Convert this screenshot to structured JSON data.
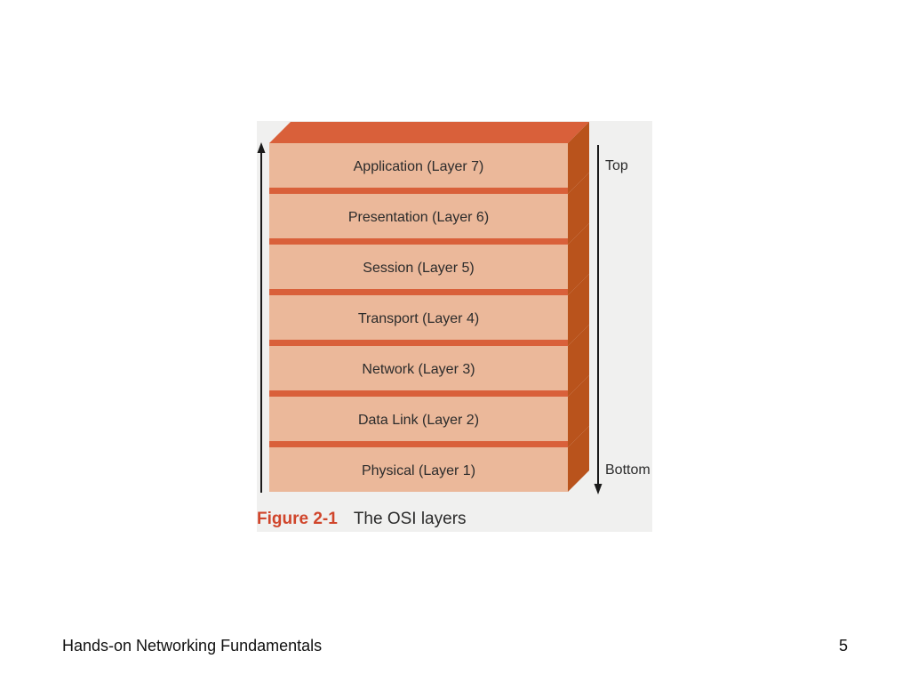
{
  "figure": {
    "layers": [
      {
        "label": "Application (Layer 7)"
      },
      {
        "label": "Presentation (Layer 6)"
      },
      {
        "label": "Session (Layer 5)"
      },
      {
        "label": "Transport (Layer 4)"
      },
      {
        "label": "Network (Layer 3)"
      },
      {
        "label": "Data Link (Layer 2)"
      },
      {
        "label": "Physical (Layer 1)"
      }
    ],
    "top_label": "Top",
    "bottom_label": "Bottom",
    "caption_number": "Figure 2-1",
    "caption_title": "The OSI layers",
    "colors": {
      "front": "#ebb89a",
      "top": "#d9603a",
      "side": "#b9531c",
      "gap": "#d9603a",
      "caption": "#d0452b"
    }
  },
  "footer": {
    "title": "Hands-on Networking Fundamentals",
    "page": "5"
  }
}
